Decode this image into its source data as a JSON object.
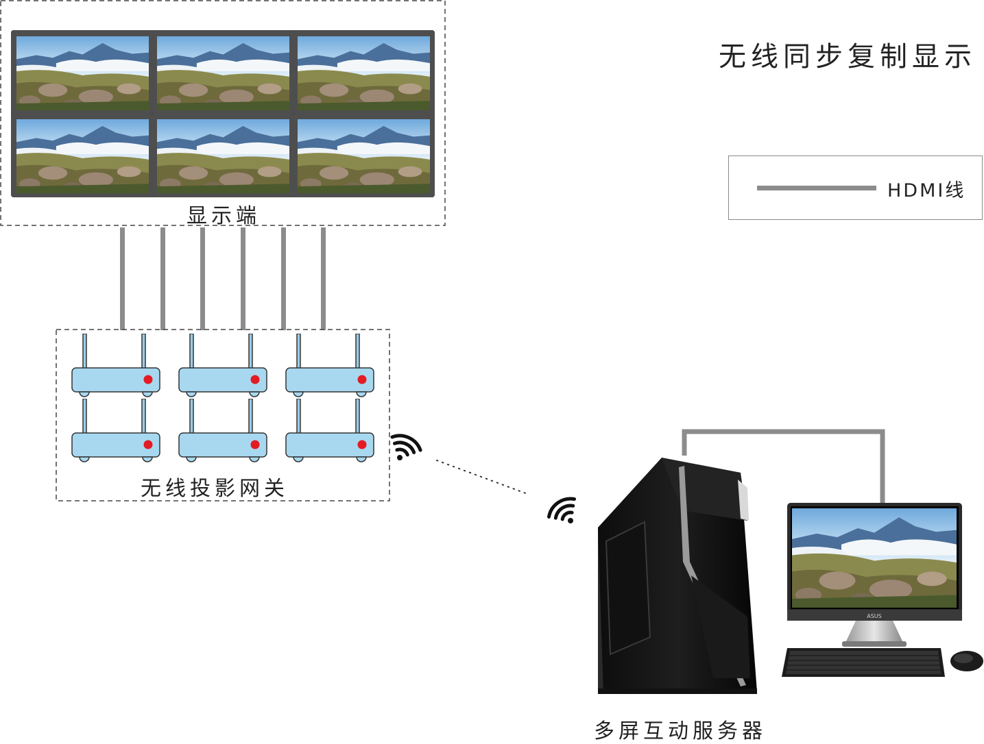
{
  "title": "无线同步复制显示",
  "legend": {
    "line_label": "HDMI线",
    "line_color": "#8c8c8c"
  },
  "display_group": {
    "label": "显示端",
    "screen_count": 6
  },
  "gateway_group": {
    "label": "无线投影网关",
    "gateway_count": 6,
    "indicator_color": "#e31b23",
    "body_color": "#a8d8f0"
  },
  "server": {
    "label": "多屏互动服务器",
    "monitor_brand": "ASUS"
  },
  "icons": [
    "wifi-signal-icon",
    "wifi-signal-icon",
    "router-icon",
    "pc-tower-icon",
    "monitor-icon",
    "keyboard-icon",
    "mouse-icon"
  ]
}
